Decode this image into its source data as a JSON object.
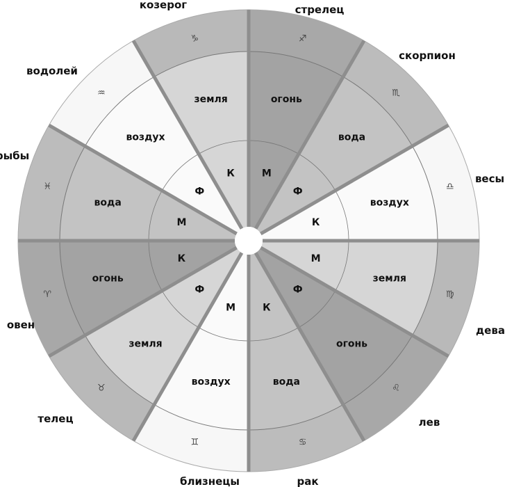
{
  "title": "zodiac wheel",
  "colors": {
    "fire": {
      "outer": "#a8a8a8",
      "inner": "#a3a3a3"
    },
    "water": {
      "outer": "#bcbcbc",
      "inner": "#c3c3c3"
    },
    "air": {
      "outer": "#f7f7f7",
      "inner": "#fafafa"
    },
    "earth": {
      "outer": "#b9b9b9",
      "inner": "#d6d6d6"
    },
    "divider": "#8e8e8e",
    "ring_line": "#777777"
  },
  "signs": [
    {
      "name": "стрелец",
      "glyph": "♐",
      "element": "огонь",
      "type": "fire",
      "quality": "М"
    },
    {
      "name": "скорпион",
      "glyph": "♏",
      "element": "вода",
      "type": "water",
      "quality": "Ф"
    },
    {
      "name": "весы",
      "glyph": "♎",
      "element": "воздух",
      "type": "air",
      "quality": "К"
    },
    {
      "name": "дева",
      "glyph": "♍",
      "element": "земля",
      "type": "earth",
      "quality": "М"
    },
    {
      "name": "лев",
      "glyph": "♌",
      "element": "огонь",
      "type": "fire",
      "quality": "Ф"
    },
    {
      "name": "рак",
      "glyph": "♋",
      "element": "вода",
      "type": "water",
      "quality": "К"
    },
    {
      "name": "близнецы",
      "glyph": "♊",
      "element": "воздух",
      "type": "air",
      "quality": "М"
    },
    {
      "name": "телец",
      "glyph": "♉",
      "element": "земля",
      "type": "earth",
      "quality": "Ф"
    },
    {
      "name": "овен",
      "glyph": "♈",
      "element": "огонь",
      "type": "fire",
      "quality": "К"
    },
    {
      "name": "рыбы",
      "glyph": "♓",
      "element": "вода",
      "type": "water",
      "quality": "М"
    },
    {
      "name": "водолей",
      "glyph": "♒",
      "element": "воздух",
      "type": "air",
      "quality": "Ф"
    },
    {
      "name": "козерог",
      "glyph": "♑",
      "element": "земля",
      "type": "earth",
      "quality": "К"
    }
  ]
}
